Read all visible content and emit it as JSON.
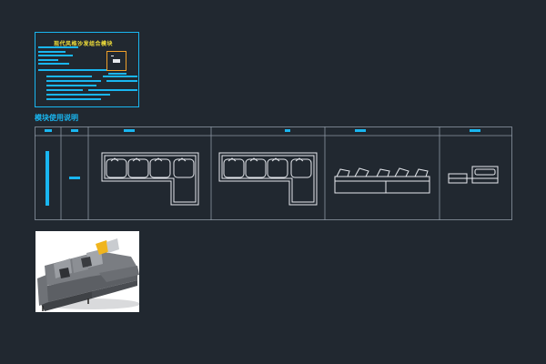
{
  "drawing": {
    "title": "现代风格沙发组合模块",
    "section_title": "模块使用说明"
  },
  "colors": {
    "background": "#212830",
    "accent": "#19b6f0",
    "title_yellow": "#f5e23a",
    "frame_orange": "#f0a02a",
    "line_work": "#e6e9ee",
    "grid": "#8c96a3"
  },
  "table": {
    "columns": 6
  },
  "icons": [
    "sofa-plan-icon",
    "sofa-front-elevation-icon",
    "sofa-side-elevation-icon",
    "sofa-render-icon"
  ]
}
